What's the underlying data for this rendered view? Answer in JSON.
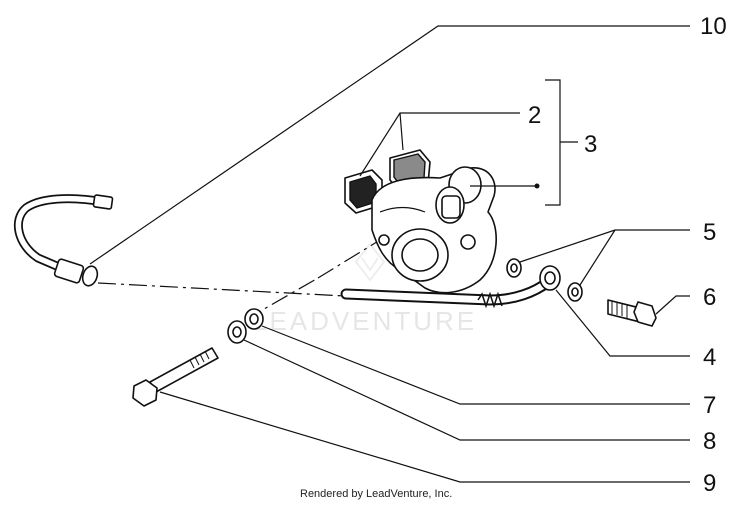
{
  "callouts": {
    "c10": "10",
    "c2": "2",
    "c3": "3",
    "c5": "5",
    "c6": "6",
    "c4": "4",
    "c7": "7",
    "c8": "8",
    "c9": "9"
  },
  "watermark": "LEADVENTURE",
  "footer": "Rendered by LeadVenture, Inc."
}
